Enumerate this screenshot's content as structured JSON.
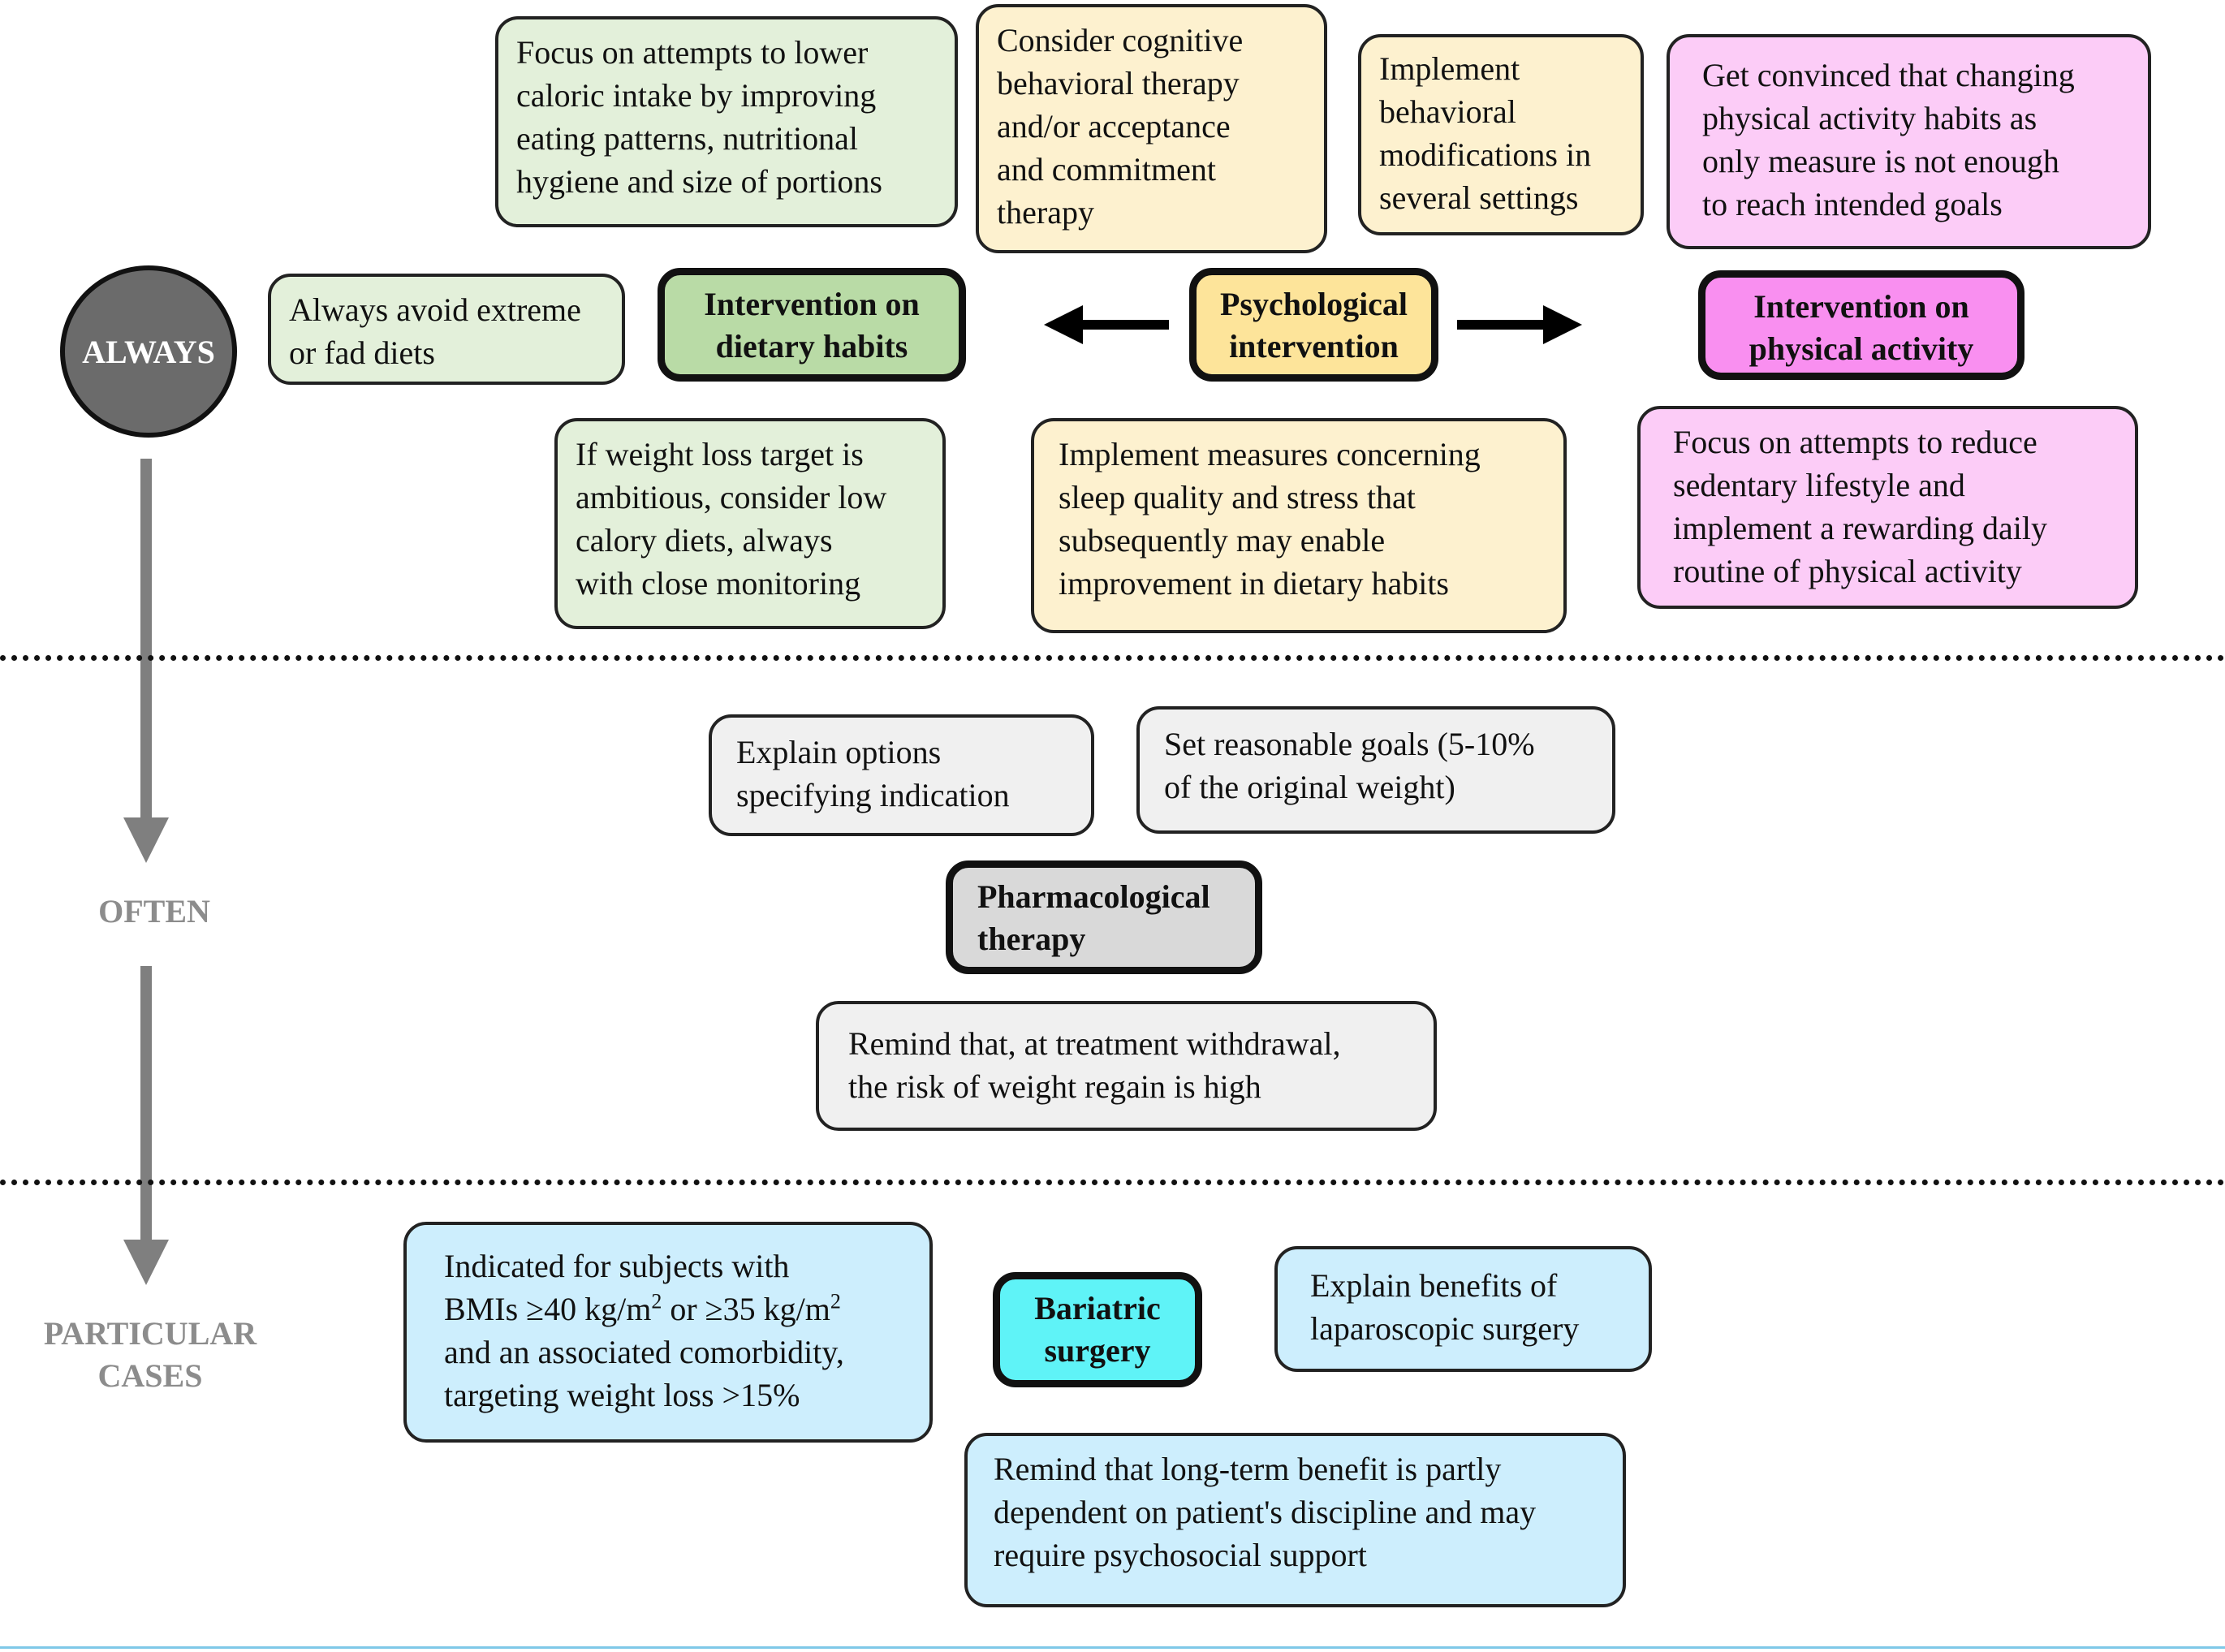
{
  "levels": {
    "always": "ALWAYS",
    "often": "OFTEN",
    "particular": [
      "PARTICULAR",
      "CASES"
    ]
  },
  "dietary": {
    "header": [
      "Intervention on",
      "dietary habits"
    ],
    "avoid": [
      "Always avoid extreme",
      "or fad diets"
    ],
    "caloric": [
      "Focus on attempts to lower",
      "caloric intake by improving",
      "eating patterns, nutritional",
      "hygiene and size of portions"
    ],
    "low_calory": [
      "If weight loss target is",
      "ambitious, consider low",
      "calory diets, always",
      "with close monitoring"
    ]
  },
  "psychological": {
    "header": [
      "Psychological",
      "intervention"
    ],
    "cbt": [
      "Consider cognitive",
      "behavioral therapy",
      "and/or acceptance",
      "and commitment",
      "therapy"
    ],
    "behavioral": [
      "Implement",
      "behavioral",
      "modifications in",
      "several settings"
    ],
    "sleep": [
      "Implement measures concerning",
      "sleep quality and stress that",
      "subsequently may enable",
      "improvement in dietary habits"
    ]
  },
  "physical": {
    "header": [
      "Intervention on",
      "physical activity"
    ],
    "convinced": [
      "Get convinced that changing",
      "physical activity habits as",
      "only measure is not enough",
      "to reach intended goals"
    ],
    "sedentary": [
      "Focus on attempts to reduce",
      "sedentary lifestyle and",
      "implement a rewarding daily",
      "routine of physical activity"
    ]
  },
  "pharmacological": {
    "header": [
      "Pharmacological",
      "therapy"
    ],
    "explain": [
      "Explain options",
      "specifying indication"
    ],
    "goals": [
      "Set reasonable goals (5-10%",
      "of the original weight)"
    ],
    "remind": [
      "Remind that, at treatment withdrawal,",
      "the risk of weight regain is high"
    ]
  },
  "bariatric": {
    "header": [
      "Bariatric",
      "surgery"
    ],
    "indicated_line1": "Indicated for subjects with",
    "indicated_line2_a": "BMIs ≥40 kg/m",
    "indicated_sup": "2",
    "indicated_line2_b": " or ≥35 kg/m",
    "indicated_line3": "and an associated comorbidity,",
    "indicated_line4": "targeting weight loss >15%",
    "laparoscopic": [
      "Explain benefits of",
      "laparoscopic surgery"
    ],
    "remind": [
      "Remind that long-term benefit is partly",
      "dependent on patient's discipline and may",
      "require psychosocial support"
    ]
  },
  "colors": {
    "dietary": "#b9dba6",
    "psychological": "#fde49a",
    "physical": "#f98ff0",
    "pharmacological": "#d9d9d9",
    "bariatric": "#5ff3f7",
    "timeline": "#7f7f7f"
  }
}
